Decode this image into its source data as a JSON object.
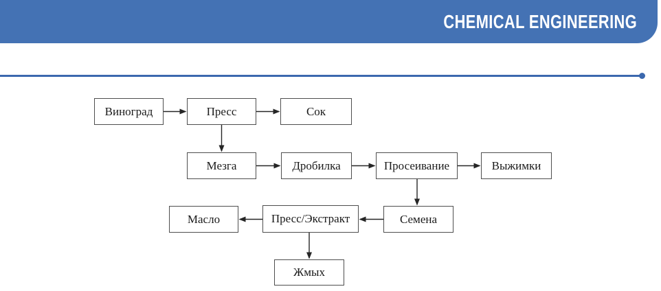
{
  "header": {
    "title": "CHEMICAL ENGINEERING"
  },
  "colors": {
    "banner_blue": "#4472b4",
    "divider_blue": "#3b68ae",
    "title_text": "#ffffff",
    "box_border": "#4d4d4d",
    "box_background": "#ffffff",
    "arrow": "#262626"
  },
  "diagram": {
    "nodes": [
      {
        "id": "vinograd",
        "label": "Виноград"
      },
      {
        "id": "press",
        "label": "Пресс"
      },
      {
        "id": "sok",
        "label": "Сок"
      },
      {
        "id": "mezga",
        "label": "Мезга"
      },
      {
        "id": "drobilka",
        "label": "Дробилка"
      },
      {
        "id": "proseivanie",
        "label": "Просеивание"
      },
      {
        "id": "vyzhimki",
        "label": "Выжимки"
      },
      {
        "id": "maslo",
        "label": "Масло"
      },
      {
        "id": "press-extract",
        "label": "Пресс/Экстракт"
      },
      {
        "id": "semena",
        "label": "Семена"
      },
      {
        "id": "zhmykh",
        "label": "Жмых"
      }
    ],
    "edges": [
      {
        "from": "Виноград",
        "to": "Пресс"
      },
      {
        "from": "Пресс",
        "to": "Сок"
      },
      {
        "from": "Пресс",
        "to": "Мезга"
      },
      {
        "from": "Мезга",
        "to": "Дробилка"
      },
      {
        "from": "Дробилка",
        "to": "Просеивание"
      },
      {
        "from": "Просеивание",
        "to": "Выжимки"
      },
      {
        "from": "Просеивание",
        "to": "Семена"
      },
      {
        "from": "Семена",
        "to": "Пресс/Экстракт"
      },
      {
        "from": "Пресс/Экстракт",
        "to": "Масло"
      },
      {
        "from": "Пресс/Экстракт",
        "to": "Жмых"
      }
    ]
  }
}
